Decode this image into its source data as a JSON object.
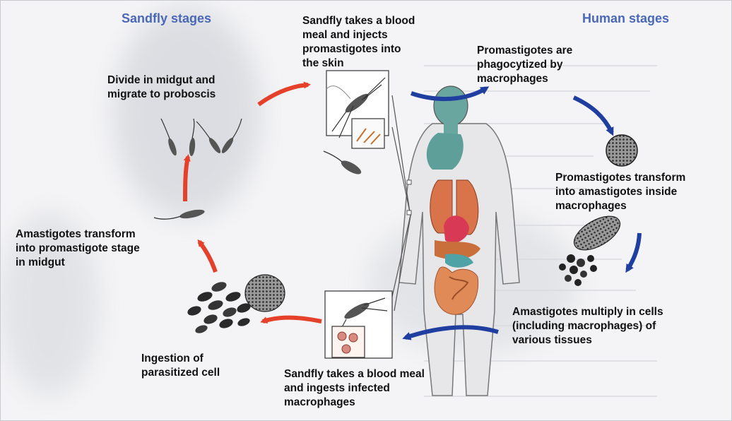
{
  "headers": {
    "sandfly": "Sandfly stages",
    "human": "Human stages"
  },
  "labels": {
    "blood_meal_inject": "Sandfly takes a blood\nmeal and injects\npromastigotes into\nthe skin",
    "phagocytized": "Promastigotes are\nphagocytized by\nmacrophages",
    "transform_amastigotes": "Promastigotes transform\ninto amastigotes inside\nmacrophages",
    "multiply": "Amastigotes multiply in cells\n(including macrophages) of\nvarious tissues",
    "blood_meal_ingest": "Sandfly takes a blood meal\nand ingests infected\nmacrophages",
    "ingestion": "Ingestion of\nparasitized cell",
    "transform_promastigote": "Amastigotes transform\ninto promastigote stage\nin midgut",
    "divide_midgut": "Divide in midgut and\nmigrate to proboscis"
  },
  "colors": {
    "sandfly_arrow": "#e5412a",
    "human_arrow": "#1f3ea0",
    "header_text": "#4a68b8"
  }
}
